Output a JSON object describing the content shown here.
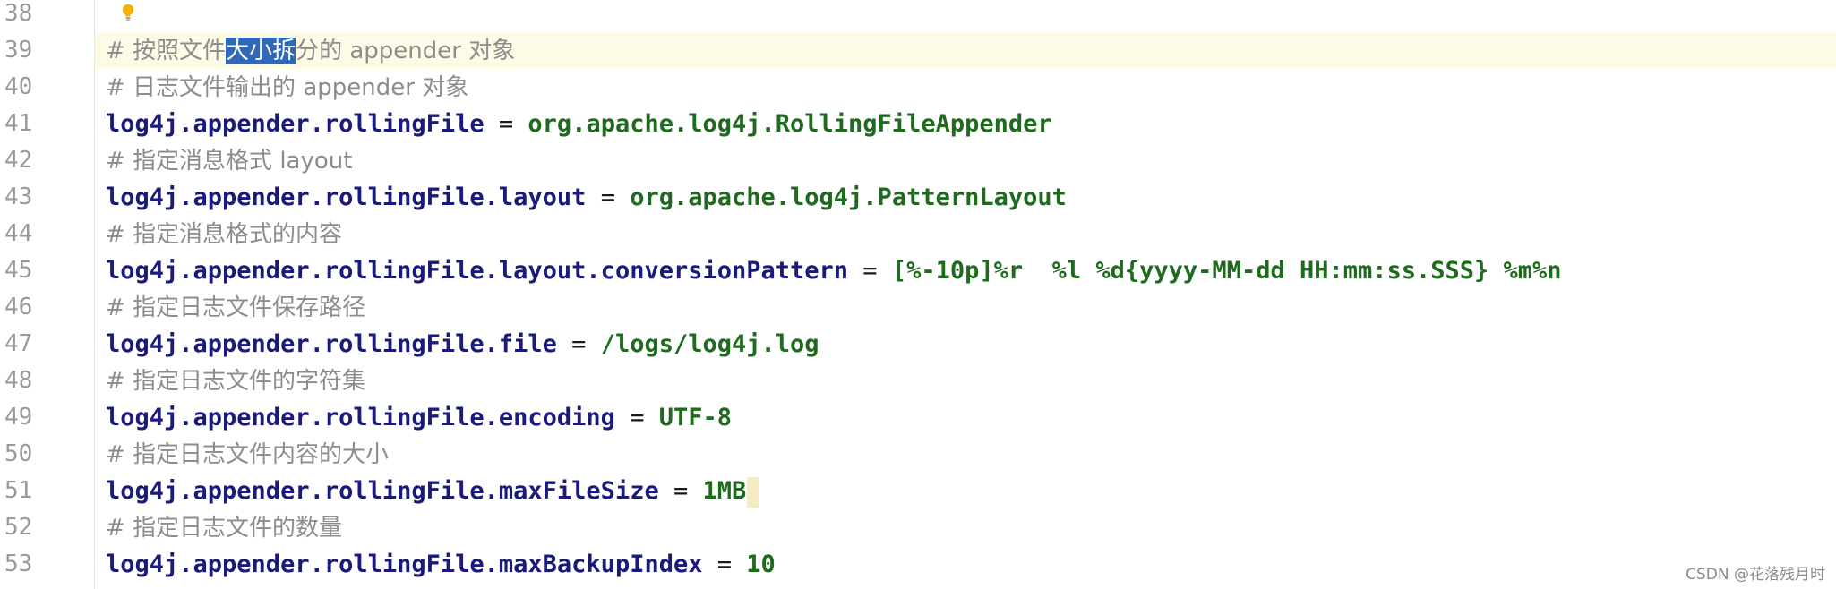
{
  "editor": {
    "lines": [
      {
        "num": "38",
        "segments": []
      },
      {
        "num": "39",
        "current": true,
        "segments": [
          {
            "t": "# 按照文件",
            "c": "comment"
          },
          {
            "t": "大小拆",
            "c": "comment selection"
          },
          {
            "t": "分的 ",
            "c": "comment"
          },
          {
            "t": "appender",
            "c": "comment italic"
          },
          {
            "t": " 对象",
            "c": "comment"
          }
        ]
      },
      {
        "num": "40",
        "segments": [
          {
            "t": "# 日志文件输出的 ",
            "c": "comment"
          },
          {
            "t": "appender",
            "c": "comment italic"
          },
          {
            "t": " 对象",
            "c": "comment"
          }
        ]
      },
      {
        "num": "41",
        "segments": [
          {
            "t": "log4j.appender.rollingFile",
            "c": "key"
          },
          {
            "t": " = ",
            "c": "eq"
          },
          {
            "t": "org.apache.log4j.RollingFileAppender",
            "c": "val"
          }
        ]
      },
      {
        "num": "42",
        "segments": [
          {
            "t": "# 指定消息格式 ",
            "c": "comment"
          },
          {
            "t": "layout",
            "c": "comment italic"
          }
        ]
      },
      {
        "num": "43",
        "segments": [
          {
            "t": "log4j.appender.rollingFile.layout",
            "c": "key"
          },
          {
            "t": " = ",
            "c": "eq"
          },
          {
            "t": "org.apache.log4j.PatternLayout",
            "c": "val"
          }
        ]
      },
      {
        "num": "44",
        "segments": [
          {
            "t": "# 指定消息格式的内容",
            "c": "comment"
          }
        ]
      },
      {
        "num": "45",
        "segments": [
          {
            "t": "log4j.appender.rollingFile.layout.conversionPattern",
            "c": "key"
          },
          {
            "t": " = ",
            "c": "eq"
          },
          {
            "t": "[%-10p]%r  %l %d{yyyy-MM-dd HH:mm:ss.SSS} %m%n",
            "c": "val"
          }
        ]
      },
      {
        "num": "46",
        "segments": [
          {
            "t": "# 指定日志文件保存路径",
            "c": "comment"
          }
        ]
      },
      {
        "num": "47",
        "segments": [
          {
            "t": "log4j.appender.rollingFile.file",
            "c": "key"
          },
          {
            "t": " = ",
            "c": "eq"
          },
          {
            "t": "/logs/log4j.log",
            "c": "val"
          }
        ]
      },
      {
        "num": "48",
        "segments": [
          {
            "t": "# 指定日志文件的字符集",
            "c": "comment"
          }
        ]
      },
      {
        "num": "49",
        "segments": [
          {
            "t": "log4j.appender.rollingFile.encoding",
            "c": "key"
          },
          {
            "t": " = ",
            "c": "eq"
          },
          {
            "t": "UTF-8",
            "c": "val"
          }
        ]
      },
      {
        "num": "50",
        "segments": [
          {
            "t": "# 指定日志文件内容的大小",
            "c": "comment"
          }
        ]
      },
      {
        "num": "51",
        "caret": true,
        "segments": [
          {
            "t": "log4j.appender.rollingFile.maxFileSize",
            "c": "key"
          },
          {
            "t": " = ",
            "c": "eq"
          },
          {
            "t": "1MB",
            "c": "val"
          }
        ]
      },
      {
        "num": "52",
        "segments": [
          {
            "t": "# 指定日志文件的数量",
            "c": "comment"
          }
        ]
      },
      {
        "num": "53",
        "segments": [
          {
            "t": "log4j.appender.rollingFile.maxBackupIndex",
            "c": "key"
          },
          {
            "t": " = ",
            "c": "eq"
          },
          {
            "t": "10",
            "c": "val"
          }
        ]
      }
    ]
  },
  "icons": {
    "intention_bulb": "lightbulb-icon"
  },
  "colors": {
    "comment": "#8c8c8c",
    "key": "#1a1a7a",
    "value": "#1e6a1e",
    "selection": "#2f68b8",
    "current_line": "#fdfae6",
    "bulb": "#f2b400"
  },
  "watermark": "CSDN @花落残月时"
}
